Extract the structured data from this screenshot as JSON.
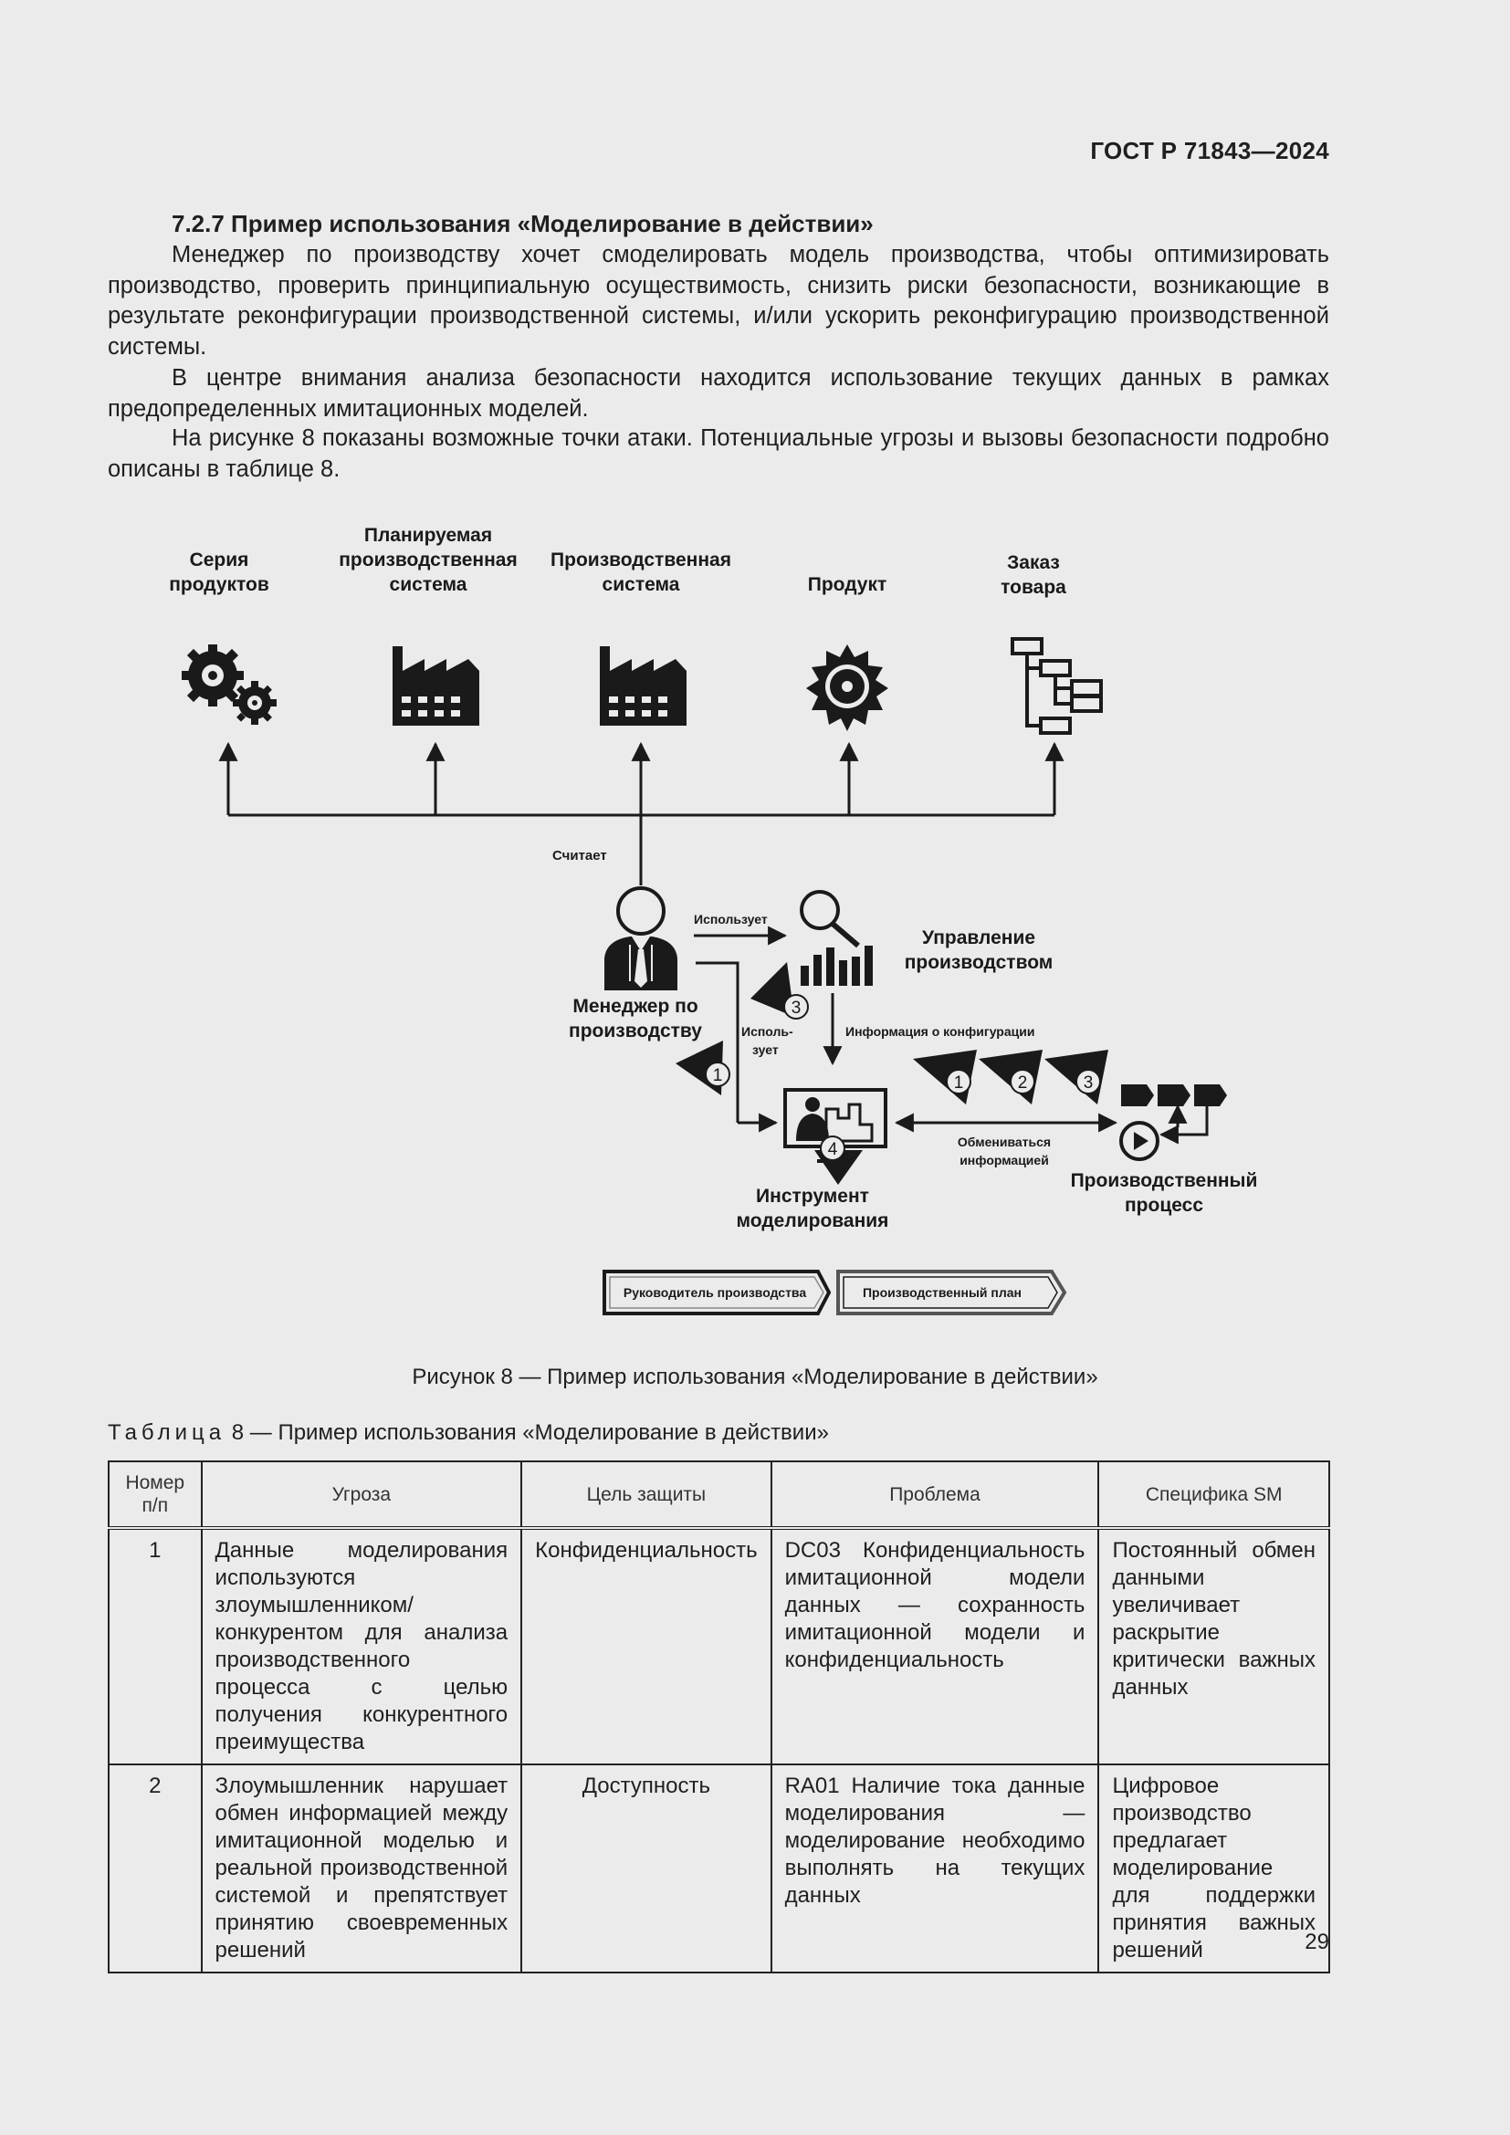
{
  "header": {
    "standard": "ГОСТ Р 71843—2024"
  },
  "section": {
    "title": "7.2.7 Пример использования «Моделирование в действии»",
    "paragraphs": [
      "Менеджер по производству хочет смоделировать модель производства, чтобы оптимизировать производство, проверить принципиальную осуществимость, снизить риски безопасности, возникающие в результате реконфигурации производственной системы, и/или ускорить реконфигурацию производственной системы.",
      "В центре внимания анализа безопасности находится использование текущих данных в рамках предопределенных имитационных моделей.",
      "На рисунке 8 показаны возможные точки атаки. Потенциальные угрозы и вызовы безопасности подробно описаны в таблице 8."
    ]
  },
  "figure": {
    "top_labels": {
      "product_series": [
        "Серия",
        "продуктов"
      ],
      "planned_system": [
        "Планируемая",
        "производственная",
        "система"
      ],
      "production_system": [
        "Производственная",
        "система"
      ],
      "product": [
        "Продукт"
      ],
      "order": [
        "Заказ",
        "товара"
      ]
    },
    "reads_label": "Считает",
    "uses_label": "Использует",
    "uses_label_split": [
      "Исполь-",
      "зует"
    ],
    "manager_label": [
      "Менеджер по",
      "производству"
    ],
    "production_mgmt_label": [
      "Управление",
      "производством"
    ],
    "config_info_label": "Информация о конфигурации",
    "exchange_label": [
      "Обмениваться",
      "информацией"
    ],
    "tool_label": [
      "Инструмент",
      "моделирования"
    ],
    "process_label": [
      "Производственный",
      "процесс"
    ],
    "attack_numbers": [
      "1",
      "2",
      "3",
      "4"
    ],
    "legend": [
      "Руководитель производства",
      "Производственный план"
    ],
    "caption": "Рисунок 8 — Пример использования «Моделирование в действии»"
  },
  "table": {
    "title_prefix": "Таблица",
    "title_rest": " 8 — Пример использования «Моделирование в действии»",
    "headers": [
      "Номер п/п",
      "Угроза",
      "Цель защиты",
      "Проблема",
      "Специфика SM"
    ],
    "rows": [
      {
        "num": "1",
        "threat": "Данные моделирования используются злоумышленником/конкурентом для анализа производственного процесса с целью получения конкурентного преимущества",
        "goal": "Конфиденциальность",
        "problem": "DC03 Конфиденциальность имитационной модели данных — сохранность имитационной модели и конфиденциальность",
        "sm": "Постоянный обмен данными увеличивает раскрытие критически важных данных"
      },
      {
        "num": "2",
        "threat": "Злоумышленник нарушает обмен информацией между имитационной моделью и реальной производственной системой и препятствует принятию своевременных решений",
        "goal": "Доступность",
        "problem": "RA01 Наличие тока данные моделирования — моделирование необходимо выполнять на текущих данных",
        "sm": "Цифровое производство предлагает моделирование для поддержки принятия важных решений"
      }
    ]
  },
  "page_number": "29"
}
